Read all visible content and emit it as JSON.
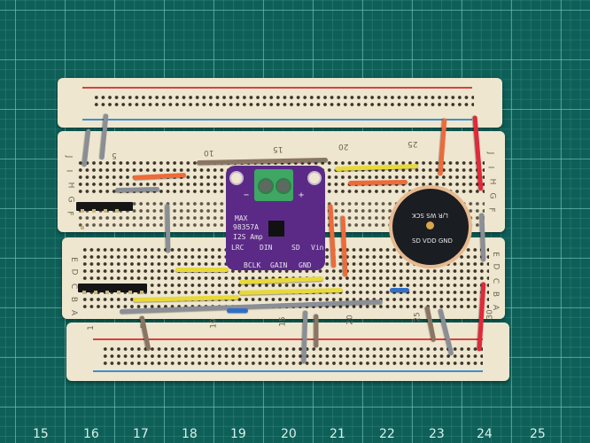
{
  "breadboard": {
    "column_numbers_top": [
      "5",
      "10",
      "15",
      "20",
      "25"
    ],
    "row_letters_top": [
      "J",
      "I",
      "H",
      "G",
      "F"
    ],
    "column_numbers_bottom": [
      "1",
      "5",
      "10",
      "15",
      "20",
      "25",
      "30"
    ],
    "row_letters_bottom": [
      "E",
      "D",
      "C",
      "B",
      "A"
    ]
  },
  "amp_board": {
    "line1": "MAX",
    "line2": "98357A",
    "line3": "I2S Amp",
    "minus": "−",
    "plus": "+",
    "pins_top": [
      "LRC",
      "DIN",
      "SD",
      "Vin"
    ],
    "pins_bottom": [
      "BCLK",
      "GAIN",
      "GND"
    ]
  },
  "microphone": {
    "top_labels": "L/R WS SCK",
    "bottom_labels": "SD VDD GND"
  },
  "ruler": [
    "15",
    "16",
    "17",
    "18",
    "19",
    "20",
    "21",
    "22",
    "23",
    "24",
    "25"
  ],
  "colors": {
    "mat": "#0e5f58",
    "board": "#eee6cf",
    "pcb": "#5b2a86",
    "terminal": "#3fa663"
  }
}
